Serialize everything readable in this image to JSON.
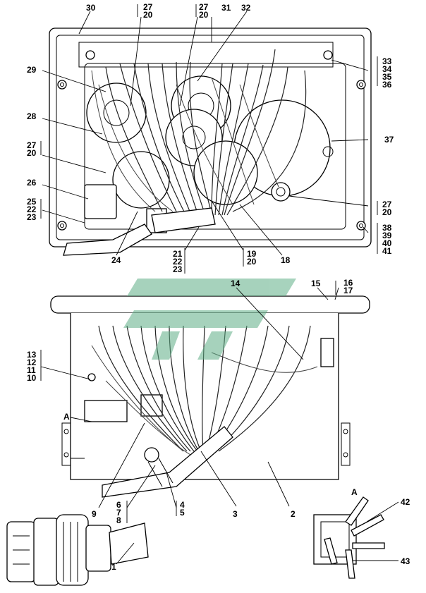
{
  "figure": {
    "view_a_marker": "A",
    "inset_marker": "A",
    "top_view_labels": [
      "30",
      "27",
      "20",
      "27",
      "20",
      "31",
      "32",
      "29",
      "33",
      "34",
      "35",
      "36",
      "28",
      "37",
      "27",
      "20",
      "26",
      "27",
      "20",
      "25",
      "22",
      "23",
      "38",
      "39",
      "40",
      "41",
      "24",
      "21",
      "22",
      "23",
      "19",
      "20",
      "18"
    ],
    "front_view_labels": [
      "14",
      "15",
      "16",
      "17",
      "13",
      "12",
      "11",
      "10",
      "9",
      "6",
      "7",
      "8",
      "4",
      "5",
      "3",
      "2",
      "1",
      "42",
      "43"
    ]
  },
  "watermark": {
    "color": "#2e8b57"
  }
}
